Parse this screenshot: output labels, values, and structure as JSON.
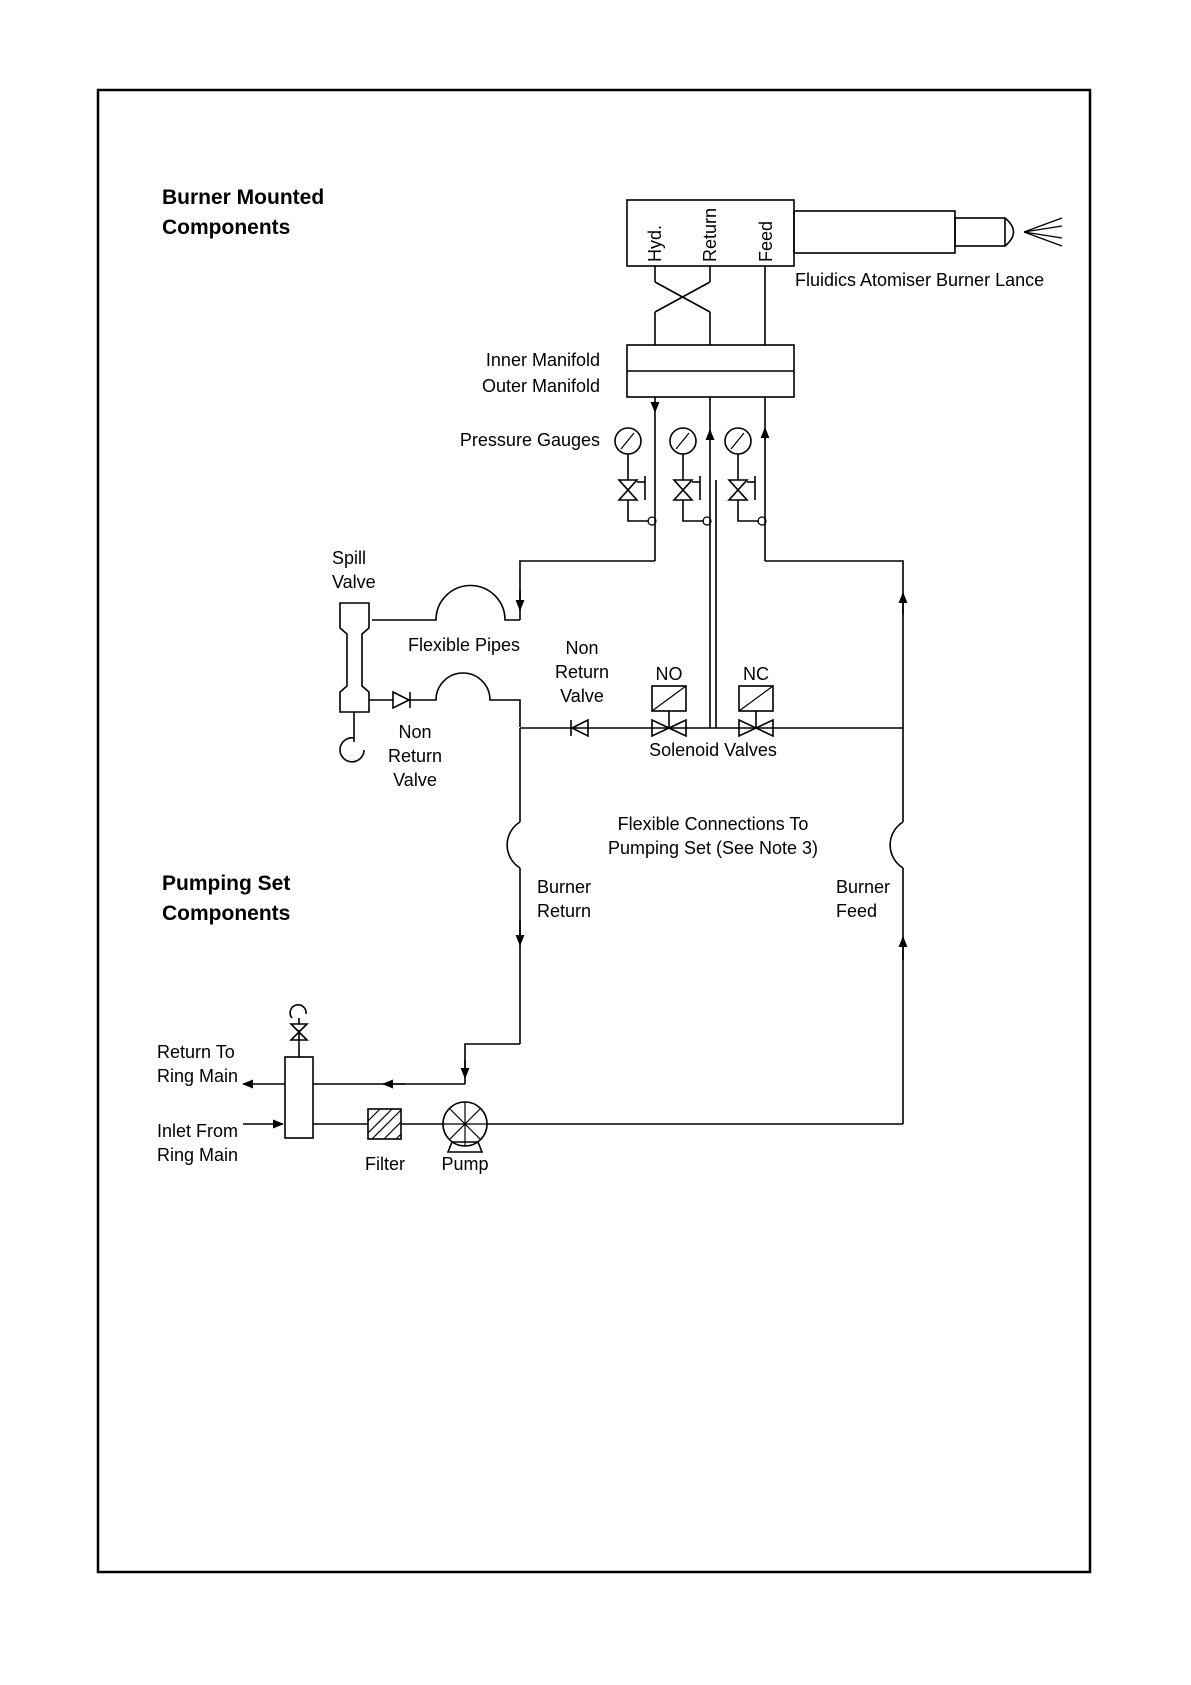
{
  "headings": {
    "burner_mounted": [
      "Burner Mounted",
      "Components"
    ],
    "pumping_set": [
      "Pumping Set",
      "Components"
    ]
  },
  "lance": {
    "ports": [
      "Hyd.",
      "Return",
      "Feed"
    ],
    "label": "Fluidics Atomiser Burner Lance"
  },
  "manifold": {
    "inner": "Inner Manifold",
    "outer": "Outer Manifold"
  },
  "gauges": {
    "label": "Pressure Gauges"
  },
  "spill_valve": {
    "label": [
      "Spill",
      "Valve"
    ]
  },
  "flexible_pipes": {
    "label": "Flexible Pipes"
  },
  "non_return_valve_left": {
    "label": [
      "Non",
      "Return",
      "Valve"
    ]
  },
  "non_return_valve_mid": {
    "label": [
      "Non",
      "Return",
      "Valve"
    ]
  },
  "solenoid": {
    "no_label": "NO",
    "nc_label": "NC",
    "label": "Solenoid Valves"
  },
  "flexible_connections": {
    "label": [
      "Flexible Connections To",
      "Pumping Set (See Note 3)"
    ]
  },
  "burner_return": {
    "label": [
      "Burner",
      "Return"
    ]
  },
  "burner_feed": {
    "label": [
      "Burner",
      "Feed"
    ]
  },
  "ring_main": {
    "return_label": [
      "Return To",
      "Ring Main"
    ],
    "inlet_label": [
      "Inlet From",
      "Ring Main"
    ]
  },
  "filter": {
    "label": "Filter"
  },
  "pump": {
    "label": "Pump"
  }
}
